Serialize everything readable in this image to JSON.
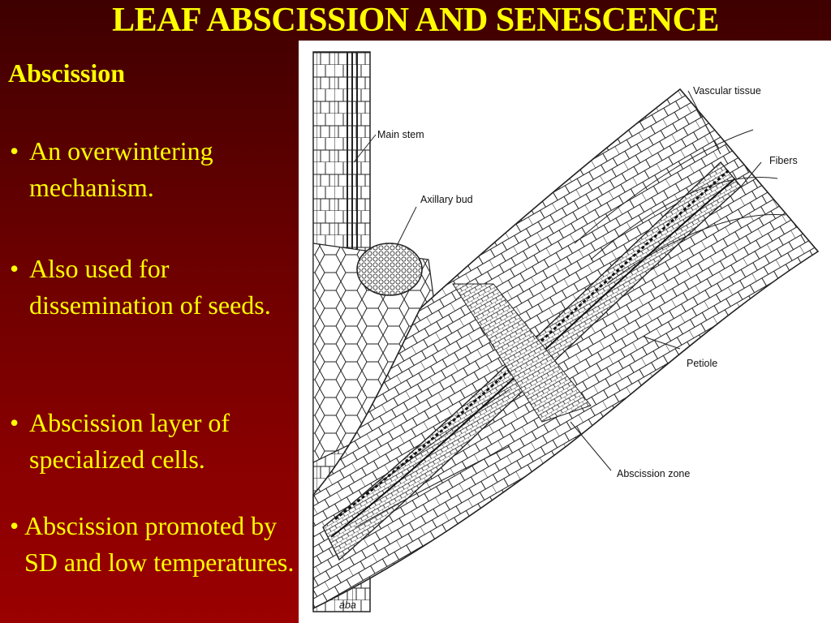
{
  "slide": {
    "title": "LEAF ABSCISSION AND SENESCENCE",
    "heading": "Abscission",
    "bullet_symbol": "•",
    "bullets": [
      "An overwintering mechanism.",
      "Also used for dissemination of seeds.",
      "Abscission layer of specialized cells.",
      "Abscission promoted by  SD and low temperatures."
    ]
  },
  "diagram": {
    "labels": {
      "vascular_tissue": "Vascular tissue",
      "main_stem": "Main stem",
      "fibers": "Fibers",
      "axillary_bud": "Axillary bud",
      "petiole": "Petiole",
      "abscission_zone": "Abscission zone",
      "signature": "aba"
    }
  },
  "colors": {
    "text": "#ffff00",
    "background_top": "#3e0000",
    "background_bottom": "#9a0000",
    "diagram_bg": "#ffffff"
  }
}
